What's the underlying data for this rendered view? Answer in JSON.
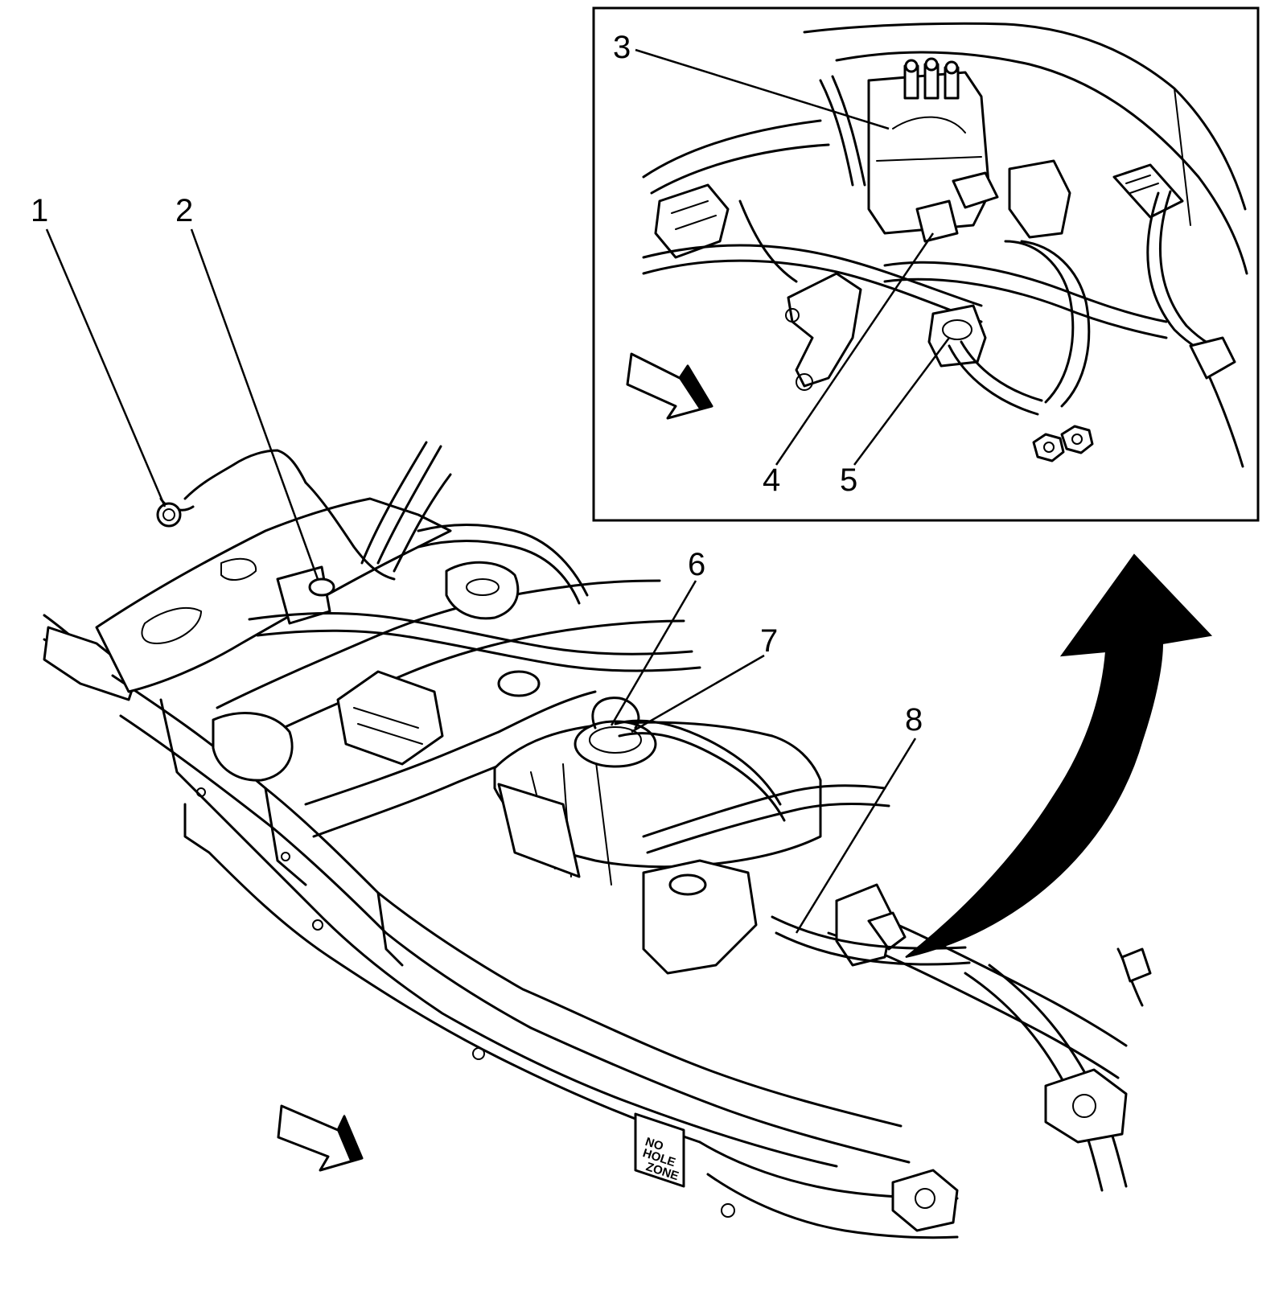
{
  "callouts": [
    {
      "id": "1",
      "label": "1"
    },
    {
      "id": "2",
      "label": "2"
    },
    {
      "id": "3",
      "label": "3"
    },
    {
      "id": "4",
      "label": "4"
    },
    {
      "id": "5",
      "label": "5"
    },
    {
      "id": "6",
      "label": "6"
    },
    {
      "id": "7",
      "label": "7"
    },
    {
      "id": "8",
      "label": "8"
    }
  ],
  "frame_stencil": {
    "line1": "NO",
    "line2": "HOLE",
    "line3": "ZONE"
  },
  "icons": {
    "main_direction": "front-direction-arrow-icon",
    "detail_direction": "front-direction-arrow-icon",
    "detail_pointer": "curved-detail-arrow-icon"
  },
  "colors": {
    "ink": "#000000",
    "paper": "#ffffff"
  }
}
